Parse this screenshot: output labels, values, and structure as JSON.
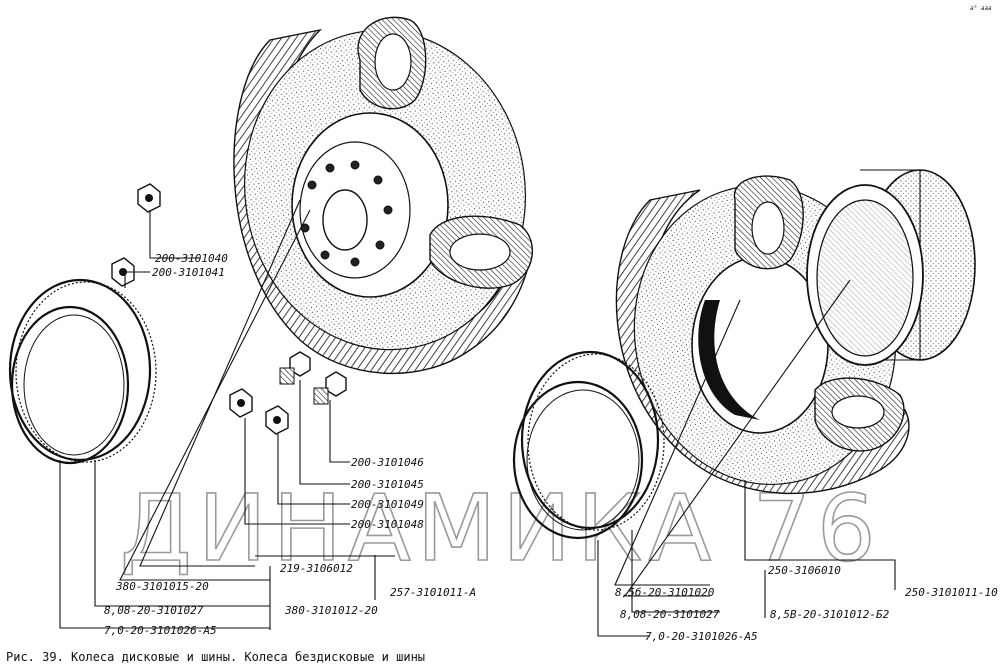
{
  "caption": "Рис. 39. Колеса дисковые и шины. Колеса бездисковые и шины",
  "watermark": "ДИНАМИКА 76",
  "corner_mark": "а° ааа",
  "callouts": [
    {
      "id": "c1",
      "text": "200-3101040"
    },
    {
      "id": "c2",
      "text": "200-3101041"
    },
    {
      "id": "c3",
      "text": "200-3101046"
    },
    {
      "id": "c4",
      "text": "200-3101045"
    },
    {
      "id": "c5",
      "text": "200-3101049"
    },
    {
      "id": "c6",
      "text": "200-3101048"
    },
    {
      "id": "c7",
      "text": "219-3106012"
    },
    {
      "id": "c8",
      "text": "257-3101011-А"
    },
    {
      "id": "c9",
      "text": "380-3101015-20"
    },
    {
      "id": "c10",
      "text": "8,08-20-3101027"
    },
    {
      "id": "c11",
      "text": "380-3101012-20"
    },
    {
      "id": "c12",
      "text": "7,0-20-3101026-А5"
    },
    {
      "id": "c13",
      "text": "8,5б-20-3101020"
    },
    {
      "id": "c14",
      "text": "250-3106010"
    },
    {
      "id": "c15",
      "text": "250-3101011-10"
    },
    {
      "id": "c16",
      "text": "8,08-20-3101027"
    },
    {
      "id": "c17",
      "text": "8,5В-20-3101012-Б2"
    },
    {
      "id": "c18",
      "text": "7,0-20-3101026-А5"
    }
  ]
}
